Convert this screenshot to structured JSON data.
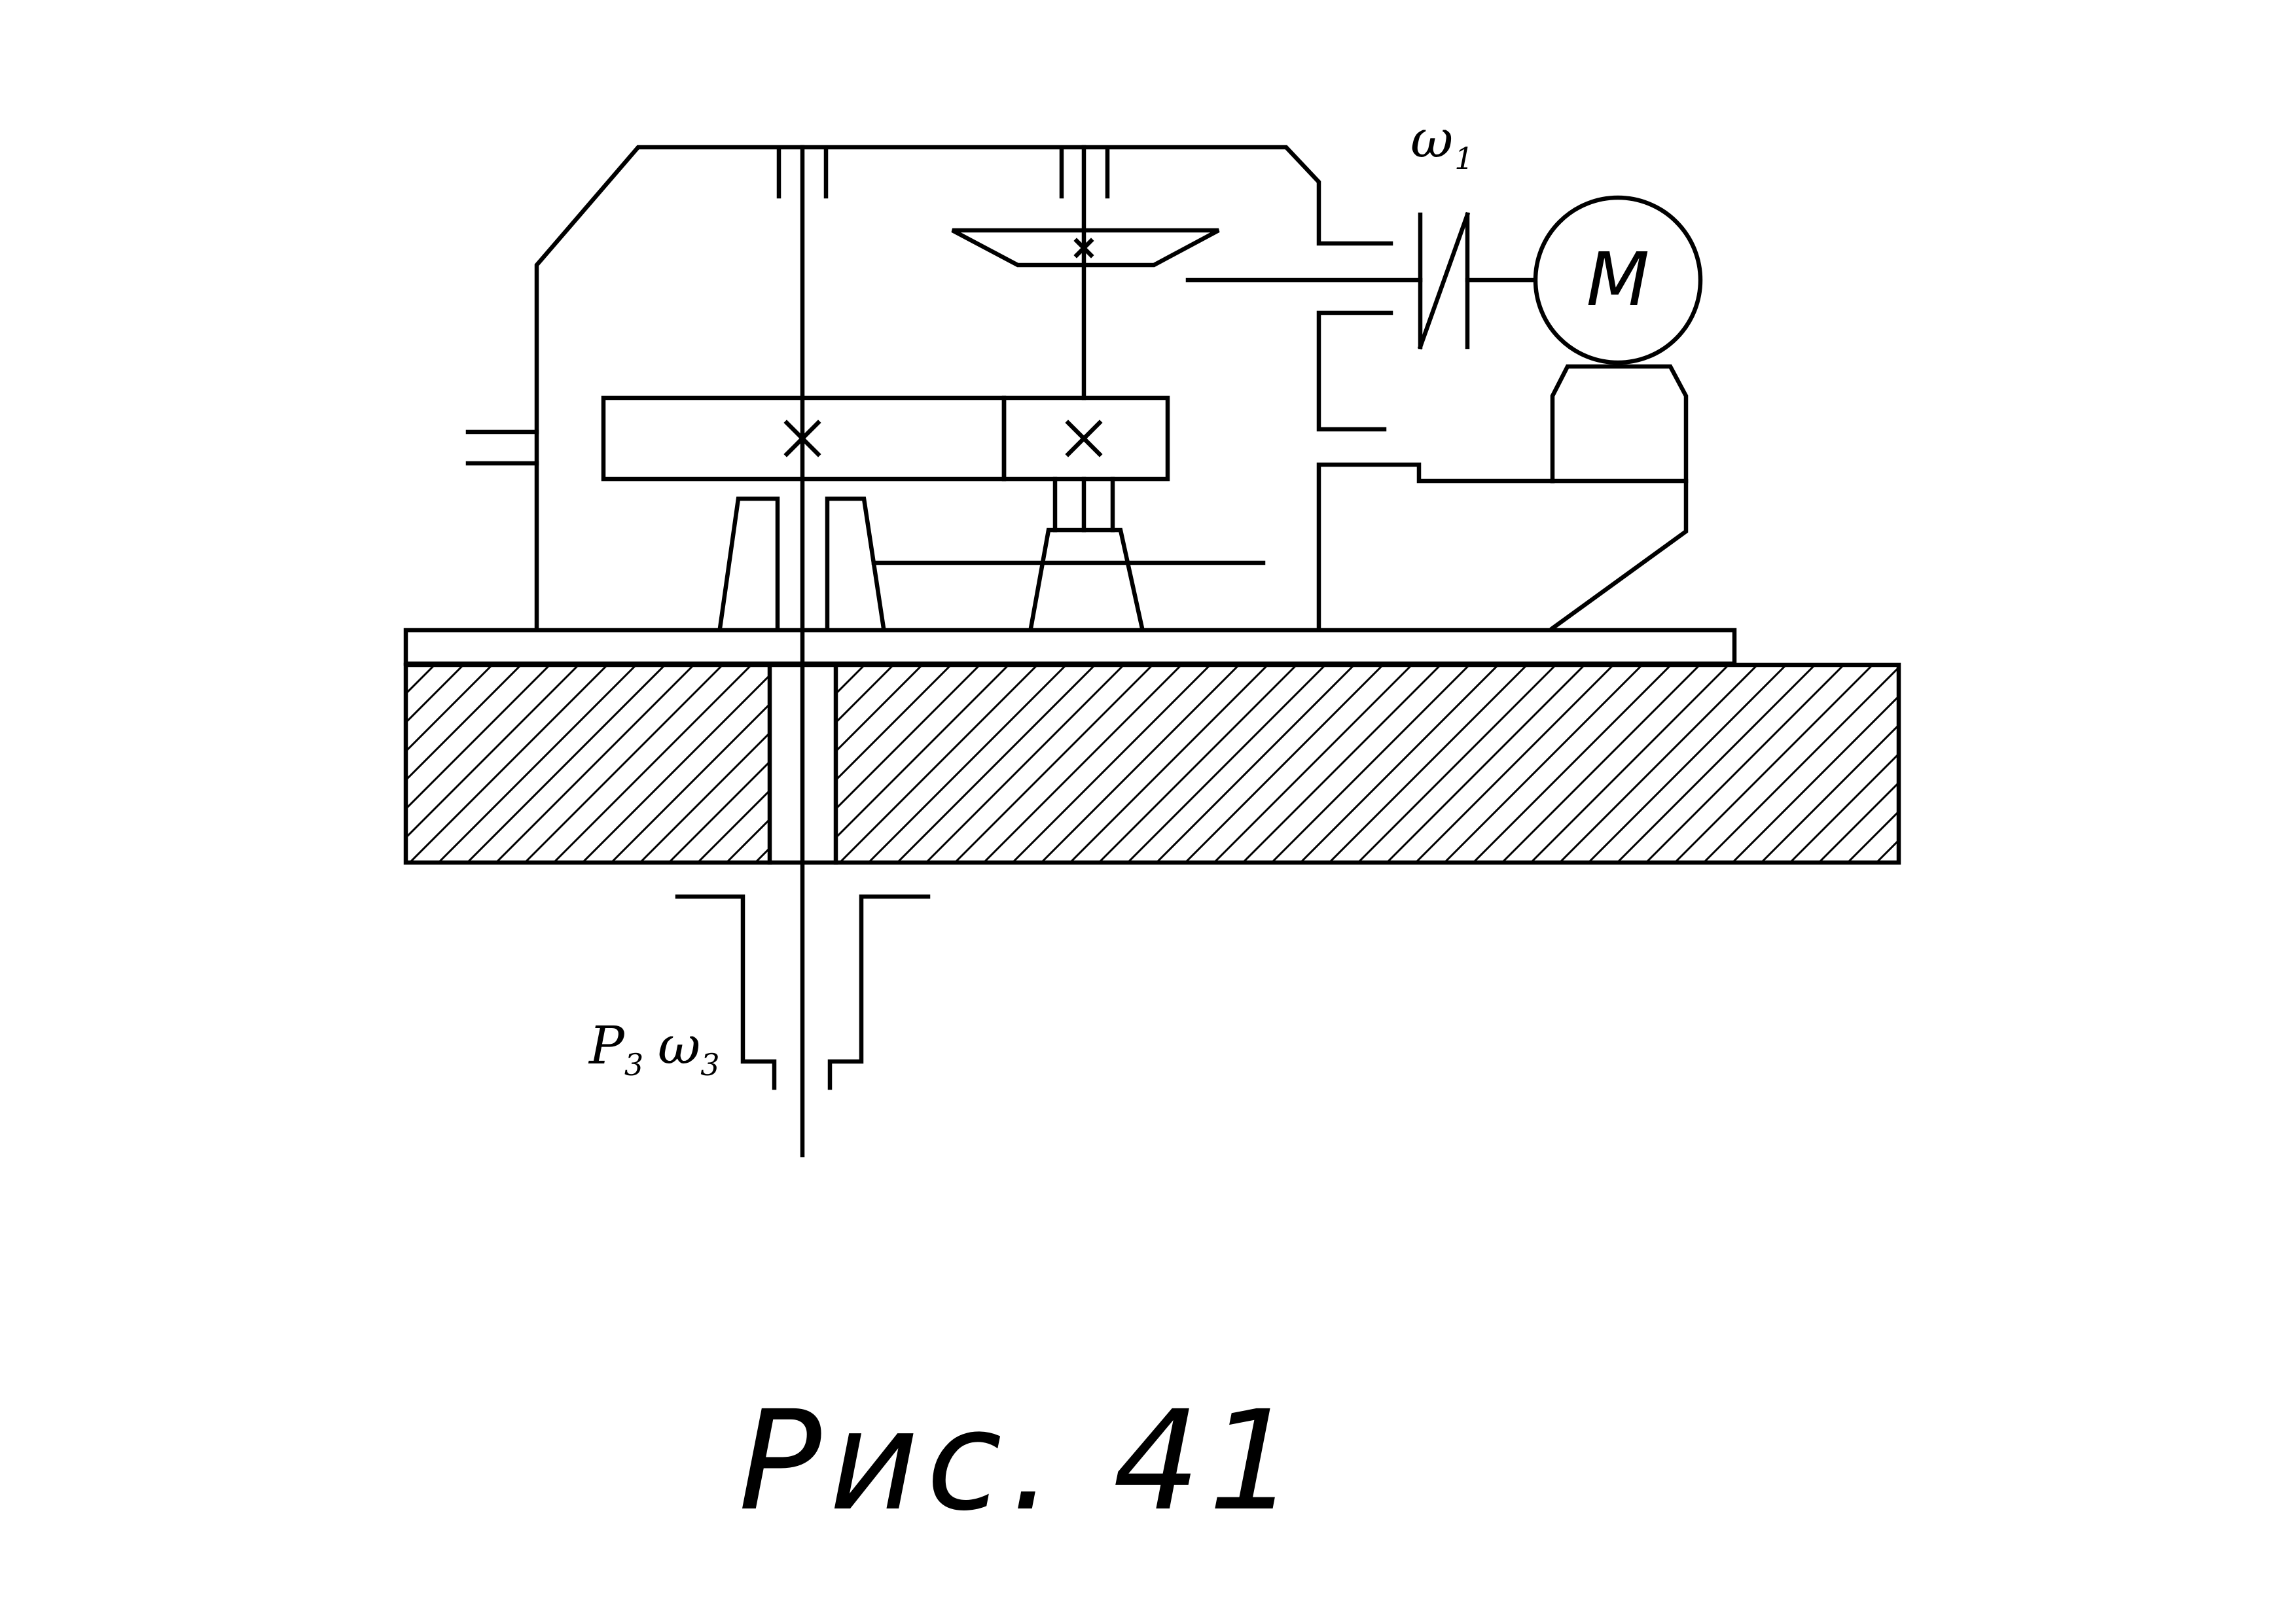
{
  "diagram": {
    "labels": {
      "omega1": {
        "symbol": "ω",
        "sub": "1"
      },
      "output_torque": {
        "symbol": "P",
        "sub": "3"
      },
      "output_speed": {
        "symbol": "ω",
        "sub": "3"
      },
      "motor": "M"
    },
    "caption": "Рис. 41"
  }
}
